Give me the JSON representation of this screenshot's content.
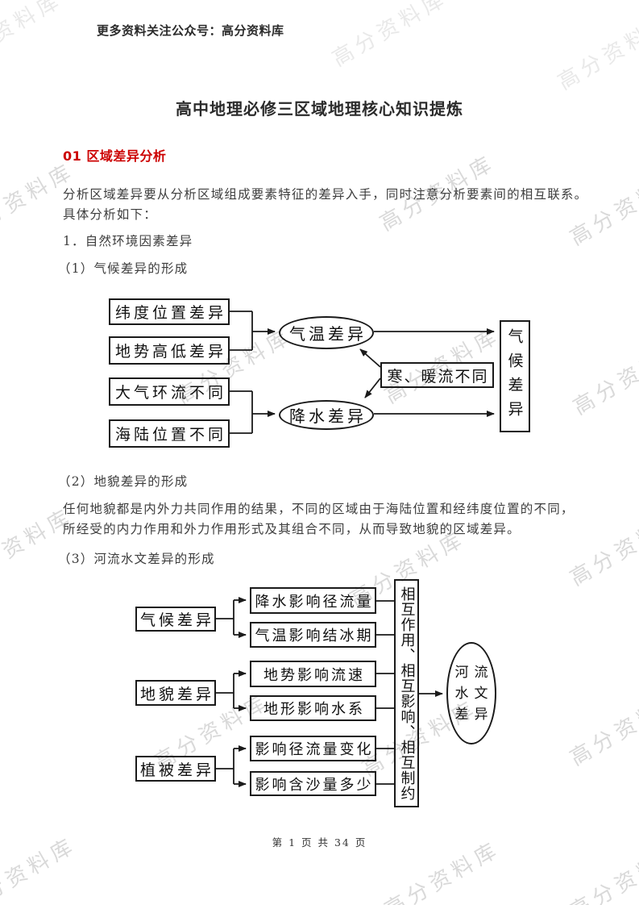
{
  "page": {
    "header_note": "更多资料关注公众号：高分资料库",
    "title": "高中地理必修三区域地理核心知识提炼",
    "footer": "第 1 页 共 34 页",
    "watermark_text": "高分资料库",
    "watermark_color": "#d9d9d9",
    "accent_color": "#cc0000"
  },
  "section": {
    "heading": "01 区域差异分析"
  },
  "body": {
    "intro_line1": "分析区域差异要从分析区域组成要素特征的差异入手，同时注意分析要素间的相互联系。",
    "intro_line2": "具体分析如下：",
    "item_natural": "1．自然环境因素差异",
    "sub_climate": "（1）气候差异的形成",
    "sub_landform": "（2）地貌差异的形成",
    "landform_line1": "任何地貌都是内外力共同作用的结果，不同的区域由于海陆位置和经纬度位置的不同，",
    "landform_line2": "所经受的内力作用和外力作用形式及其组合不同，从而导致地貌的区域差异。",
    "sub_hydrology": "（3）河流水文差异的形成"
  },
  "diagram_climate": {
    "factor_latitude": "纬度位置差异",
    "factor_elevation": "地势高低差异",
    "factor_circulation": "大气环流不同",
    "factor_land_sea": "海陆位置不同",
    "node_temperature": "气温差异",
    "node_precipitation": "降水差异",
    "node_currents": "寒、暖流不同",
    "result": "气候差异"
  },
  "diagram_hydrology": {
    "left_climate": "气候差异",
    "left_landform": "地貌差异",
    "left_vegetation": "植被差异",
    "mid_runoff": "降水影响径流量",
    "mid_freeze": "气温影响结冰期",
    "mid_speed": "地势影响流速",
    "mid_system": "地形影响水系",
    "mid_runoff_change": "影响径流量变化",
    "mid_sediment": "影响含沙量多少",
    "relation": "相互作用、相互影响、相互制约",
    "result_line1": "河流",
    "result_line2": "水文",
    "result_line3": "差异"
  }
}
